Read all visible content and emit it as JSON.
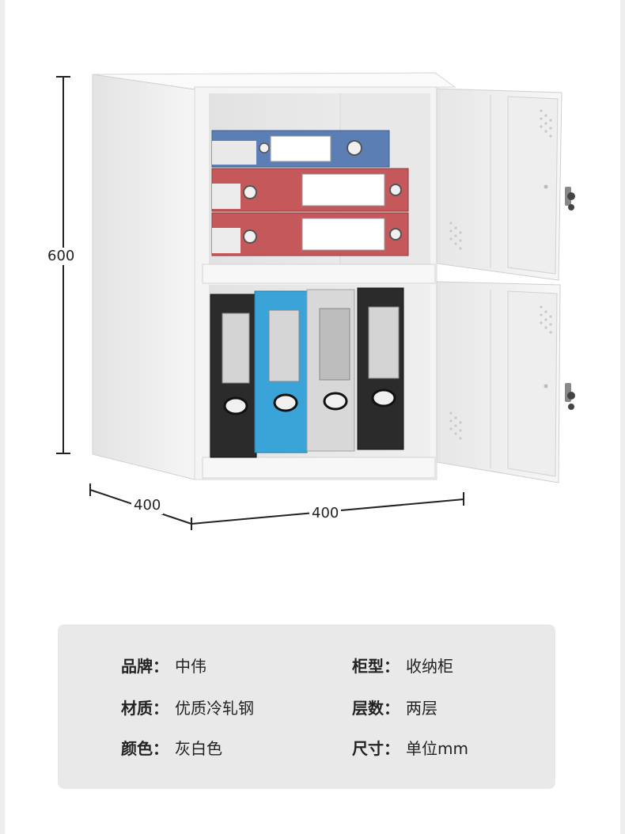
{
  "dimensions": {
    "height": "600",
    "depth": "400",
    "width": "400"
  },
  "specs": [
    {
      "label": "品牌",
      "value": "中伟"
    },
    {
      "label": "柜型",
      "value": "收纳柜"
    },
    {
      "label": "材质",
      "value": "优质冷轧钢"
    },
    {
      "label": "层数",
      "value": "两层"
    },
    {
      "label": "颜色",
      "value": "灰白色"
    },
    {
      "label": "尺寸",
      "value": "单位mm"
    }
  ],
  "colon": "：",
  "colors": {
    "panel_bg": "#e9e9e9",
    "cabinet": "#f2f2f2",
    "binder_blue": "#5b7fb5",
    "binder_red": "#c4585a",
    "binder_black": "#2b2b2b",
    "binder_cyan": "#3aa3d8",
    "binder_grey": "#d8d8d8"
  }
}
